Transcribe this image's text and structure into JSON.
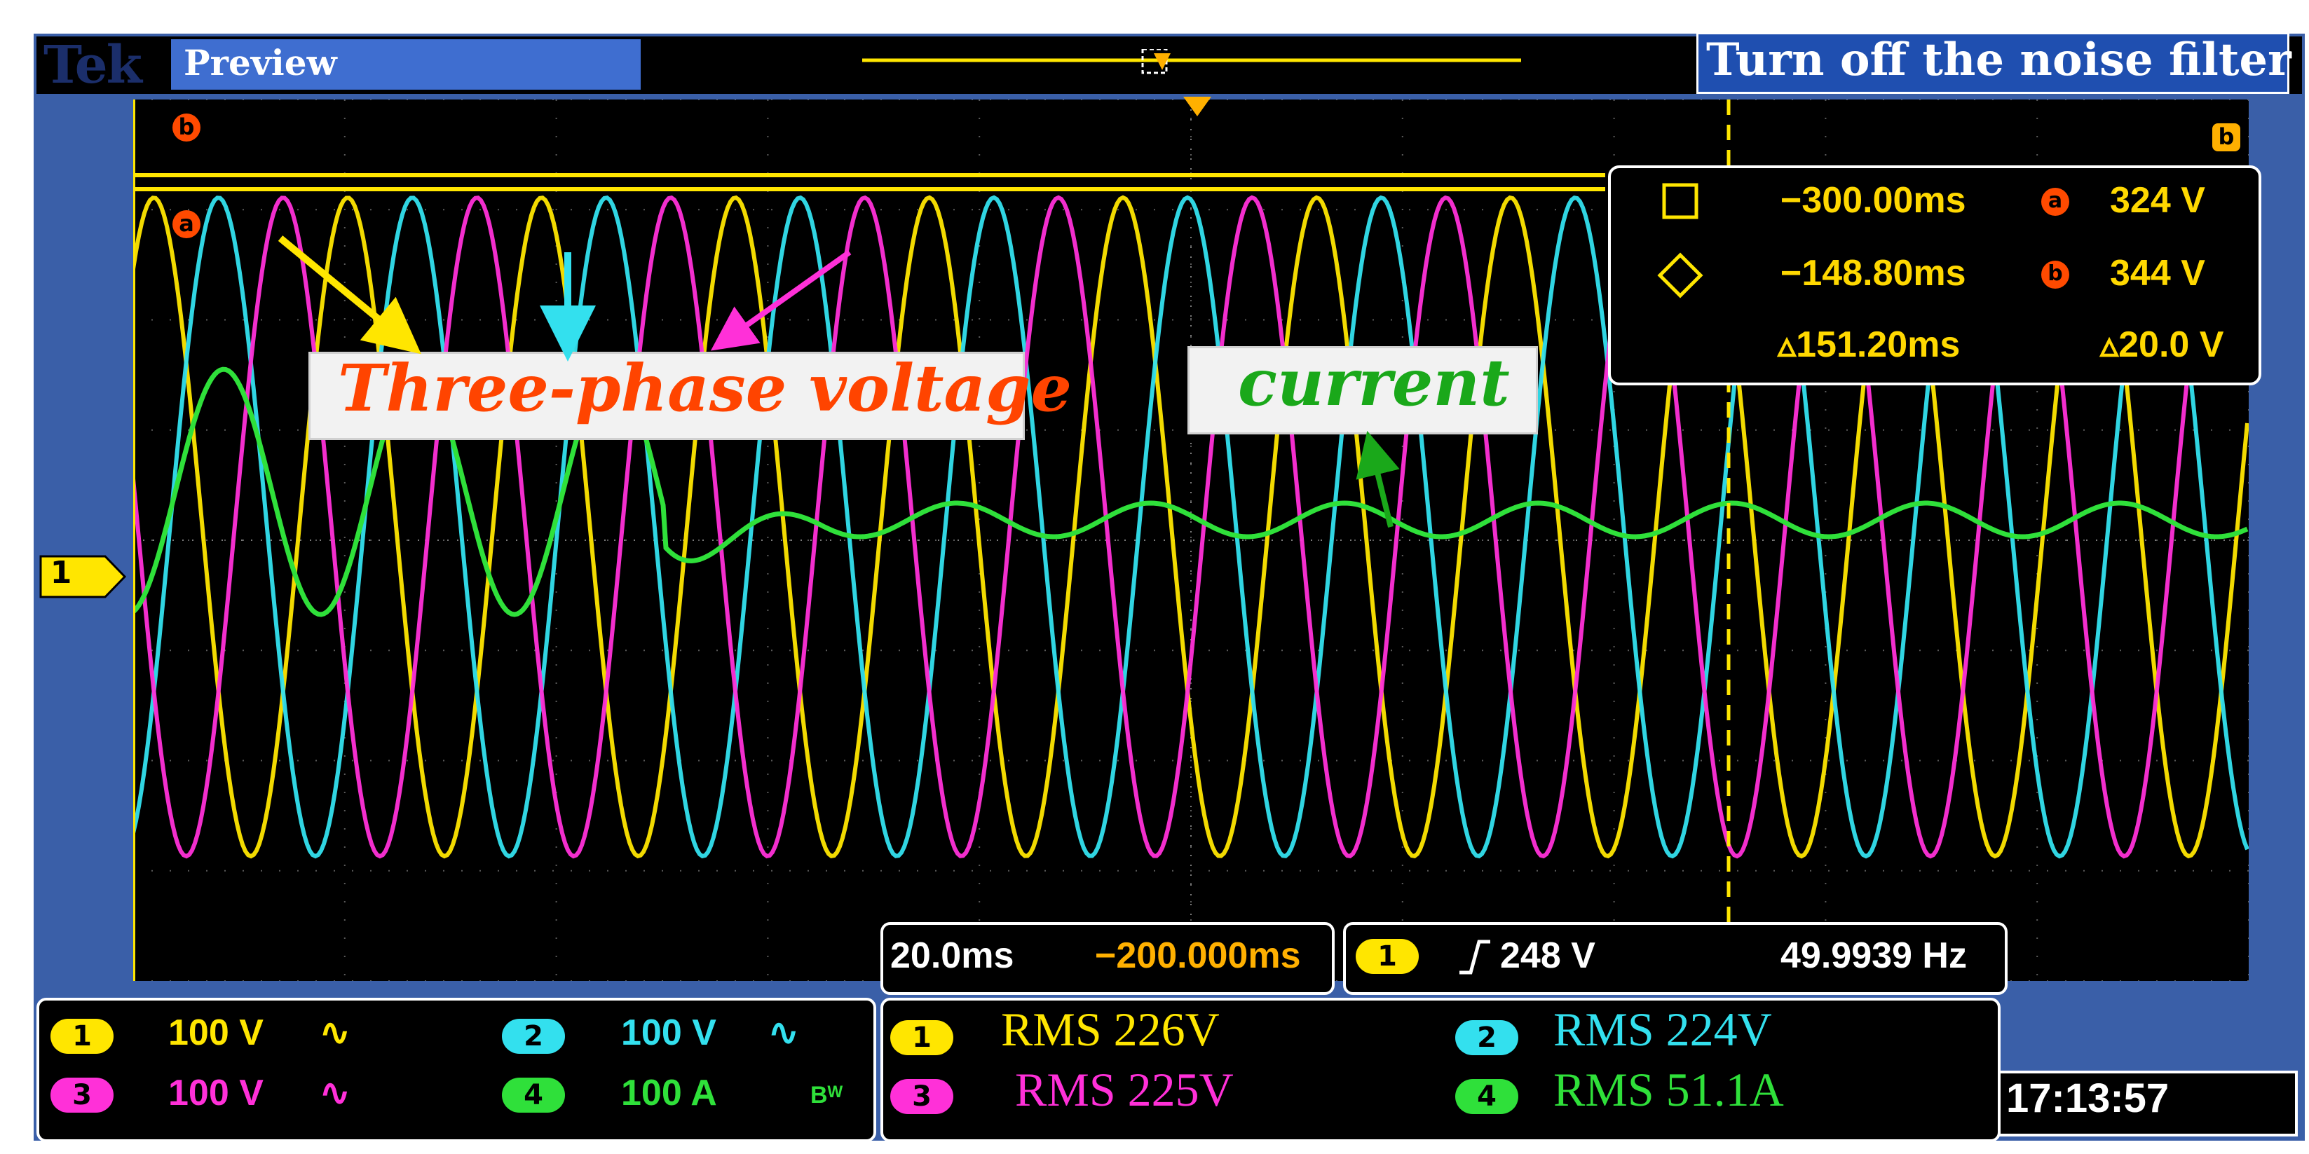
{
  "header": {
    "brand": "Tek",
    "mode_tab": "Preview",
    "status_banner": "Turn off the noise filter"
  },
  "markers": {
    "cursor_b": "b",
    "cursor_a": "a",
    "channel_ref": "1",
    "trigger": "T"
  },
  "cursor_readout": {
    "cursor1_time": "−300.00ms",
    "cursor2_time": "−148.80ms",
    "delta_time": "▵151.20ms",
    "a_label": "a",
    "a_value": "324 V",
    "b_label": "b",
    "b_value": "344 V",
    "delta_value": "▵20.0 V"
  },
  "annotations": {
    "voltage_label": "Three-phase voltage",
    "current_label": "current"
  },
  "timebase": {
    "scale": "20.0ms",
    "position": "−200.000ms"
  },
  "trigger_panel": {
    "channel": "1",
    "level": "248 V",
    "frequency": "49.9939 Hz"
  },
  "channels": [
    {
      "id": "1",
      "scale": "100 V",
      "coupling": "∿"
    },
    {
      "id": "2",
      "scale": "100 V",
      "coupling": "∿"
    },
    {
      "id": "3",
      "scale": "100 V",
      "coupling": "∿"
    },
    {
      "id": "4",
      "scale": "100 A",
      "coupling": "Bᵂ"
    }
  ],
  "measurements": [
    {
      "channel": "1",
      "text": "RMS 226V"
    },
    {
      "channel": "2",
      "text": "RMS 224V"
    },
    {
      "channel": "3",
      "text": "RMS 225V"
    },
    {
      "channel": "4",
      "text": "RMS 51.1A"
    }
  ],
  "clock": "17:13:57",
  "colors": {
    "ch1": "#ffe600",
    "ch2": "#33e0ee",
    "ch3": "#ff30d8",
    "ch4": "#2fe03a",
    "cursor": "#ff4a00",
    "annotation_voltage": "#ff4400",
    "annotation_current": "#1aa81a"
  }
}
